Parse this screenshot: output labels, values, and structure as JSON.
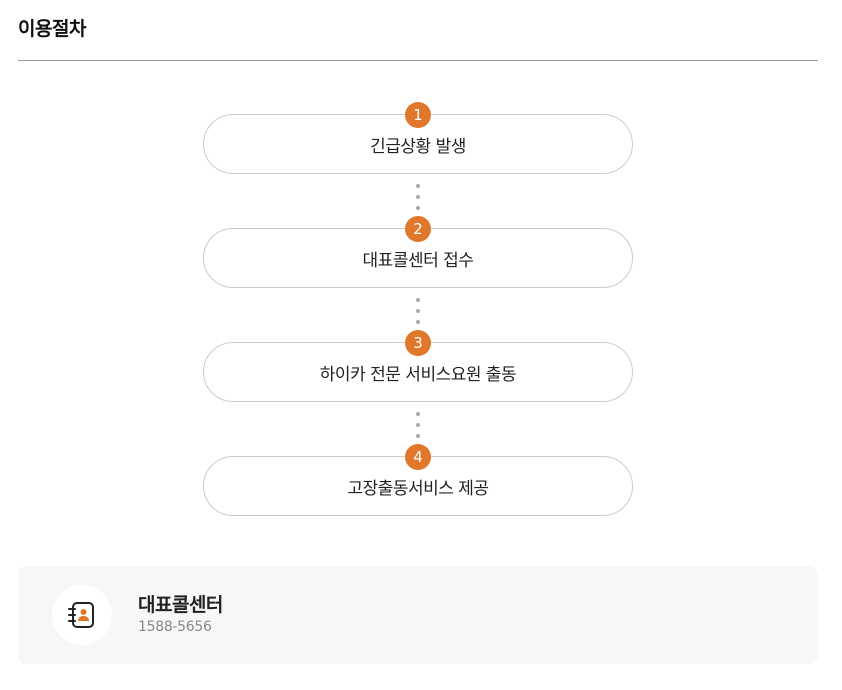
{
  "section": {
    "title": "이용절차"
  },
  "steps": [
    {
      "number": "1",
      "label": "긴급상황 발생"
    },
    {
      "number": "2",
      "label": "대표콜센터 접수"
    },
    {
      "number": "3",
      "label": "하이카 전문 서비스요원 출동"
    },
    {
      "number": "4",
      "label": "고장출동서비스 제공"
    }
  ],
  "contact": {
    "icon": "contact-book-icon",
    "name": "대표콜센터",
    "phone": "1588-5656"
  },
  "colors": {
    "accent": "#e0772a",
    "border": "#cccccc",
    "box_bg": "#f7f7f7"
  }
}
